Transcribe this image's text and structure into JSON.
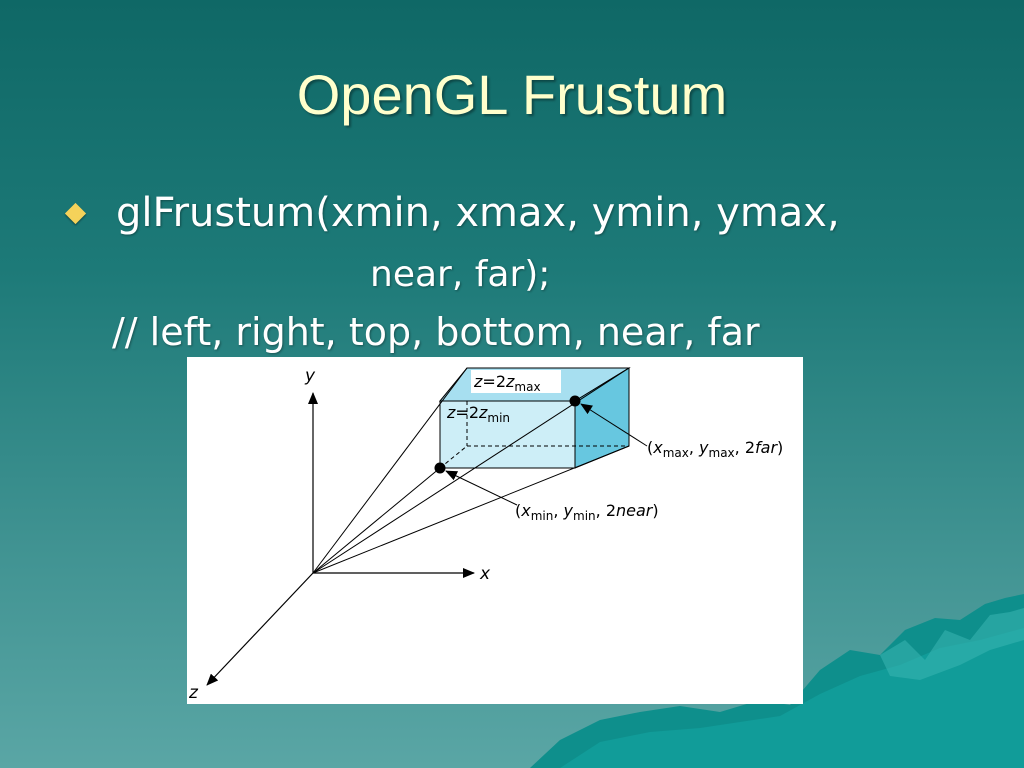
{
  "slide": {
    "title": "OpenGL Frustum",
    "bullet": "glFrustum(xmin, xmax, ymin, ymax,",
    "continuation": "near, far);",
    "comment": "// left, right, top, bottom, near, far"
  },
  "figure": {
    "axis_y": "y",
    "axis_x": "x",
    "axis_z": "z",
    "plane_far": {
      "z": "z",
      "eq": "=2",
      "z2": "z",
      "sub": "max"
    },
    "plane_near": {
      "z": "z",
      "eq": "=2",
      "z2": "z",
      "sub": "min"
    },
    "point_far": {
      "x": "x",
      "xsub": "max",
      "y": "y",
      "ysub": "max",
      "c": "2",
      "depth": "far"
    },
    "point_near": {
      "x": "x",
      "xsub": "min",
      "y": "y",
      "ysub": "min",
      "c": "2",
      "depth": "near"
    }
  },
  "colors": {
    "title": "#ffffcc",
    "bullet": "#f5d25a",
    "frustum_near": "#cdeef7",
    "frustum_far": "#67c7e0"
  }
}
